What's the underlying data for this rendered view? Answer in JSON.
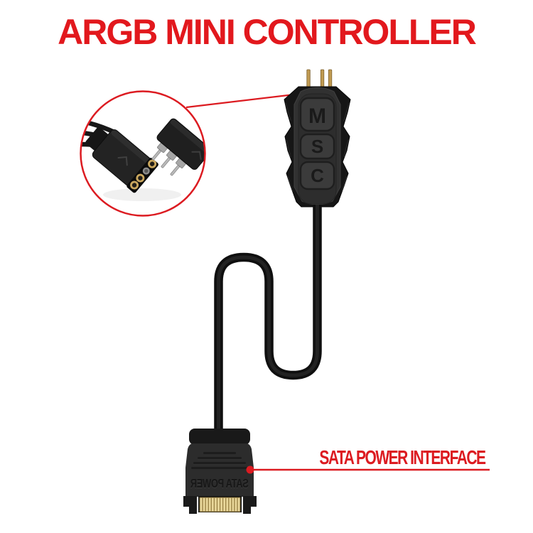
{
  "background": "#ffffff",
  "title": {
    "text": "ARGB MINI CONTROLLER",
    "color": "#e2181d"
  },
  "callouts": {
    "accent_color": "#dc1b21",
    "sata_label": "SATA POWER INTERFACE"
  },
  "inset": {
    "ring_color": "#dc1b21",
    "female_connector_icon": "argb-3pin-female-connector",
    "male_connector_icon": "argb-3pin-male-connector",
    "contact_gold_color": "#caa75e"
  },
  "controller": {
    "icon": "argb-mini-controller-device",
    "pin_color": "#c09a51",
    "body_color": "#161616",
    "face_color": "#313131",
    "button_color": "#3b3b3b",
    "buttons": [
      {
        "label": "M"
      },
      {
        "label": "S"
      },
      {
        "label": "C"
      }
    ]
  },
  "cable": {
    "color": "#0f0f0f"
  },
  "sata": {
    "icon": "sata-power-male-connector",
    "embossed_text": "SATA POWER",
    "body_color": "#2c2c2c",
    "pin_gold_color": "#ead89b"
  }
}
